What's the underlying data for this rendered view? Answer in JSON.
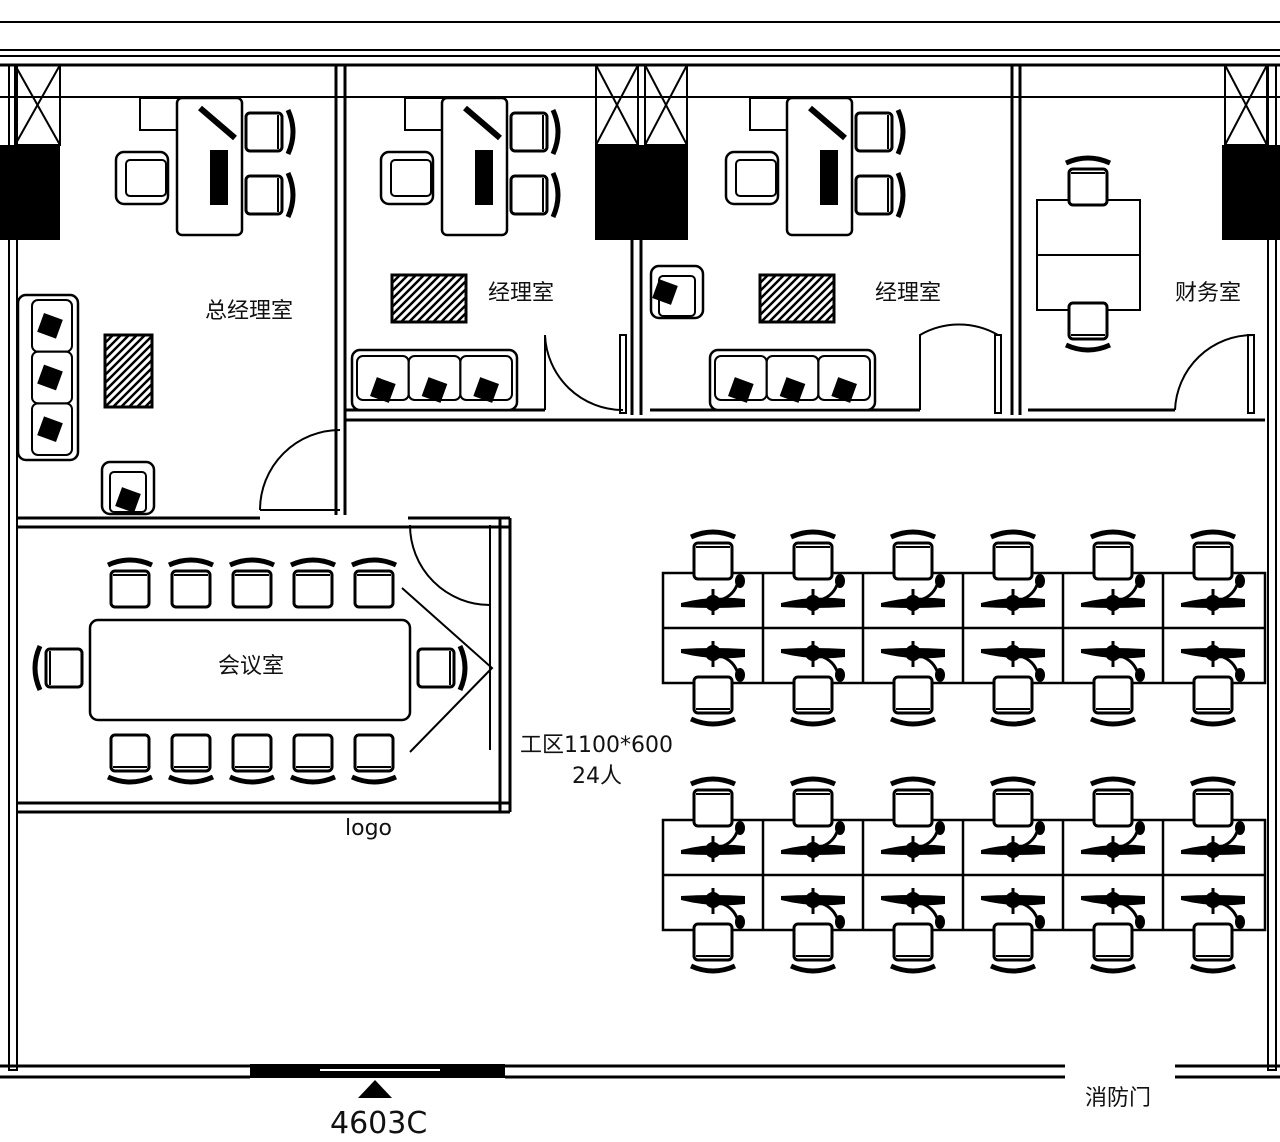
{
  "rooms": {
    "gm_office": "总经理室",
    "manager_office_1": "经理室",
    "manager_office_2": "经理室",
    "finance": "财务室",
    "meeting": "会议室"
  },
  "work_area": {
    "title": "工区1100*600",
    "capacity": "24人",
    "columns": 6,
    "rows": 2,
    "seats_per_block": 12
  },
  "logo_label": "logo",
  "unit_number": "4603C",
  "fire_door": "消防门",
  "colors": {
    "line": "#000000",
    "background": "#ffffff"
  }
}
